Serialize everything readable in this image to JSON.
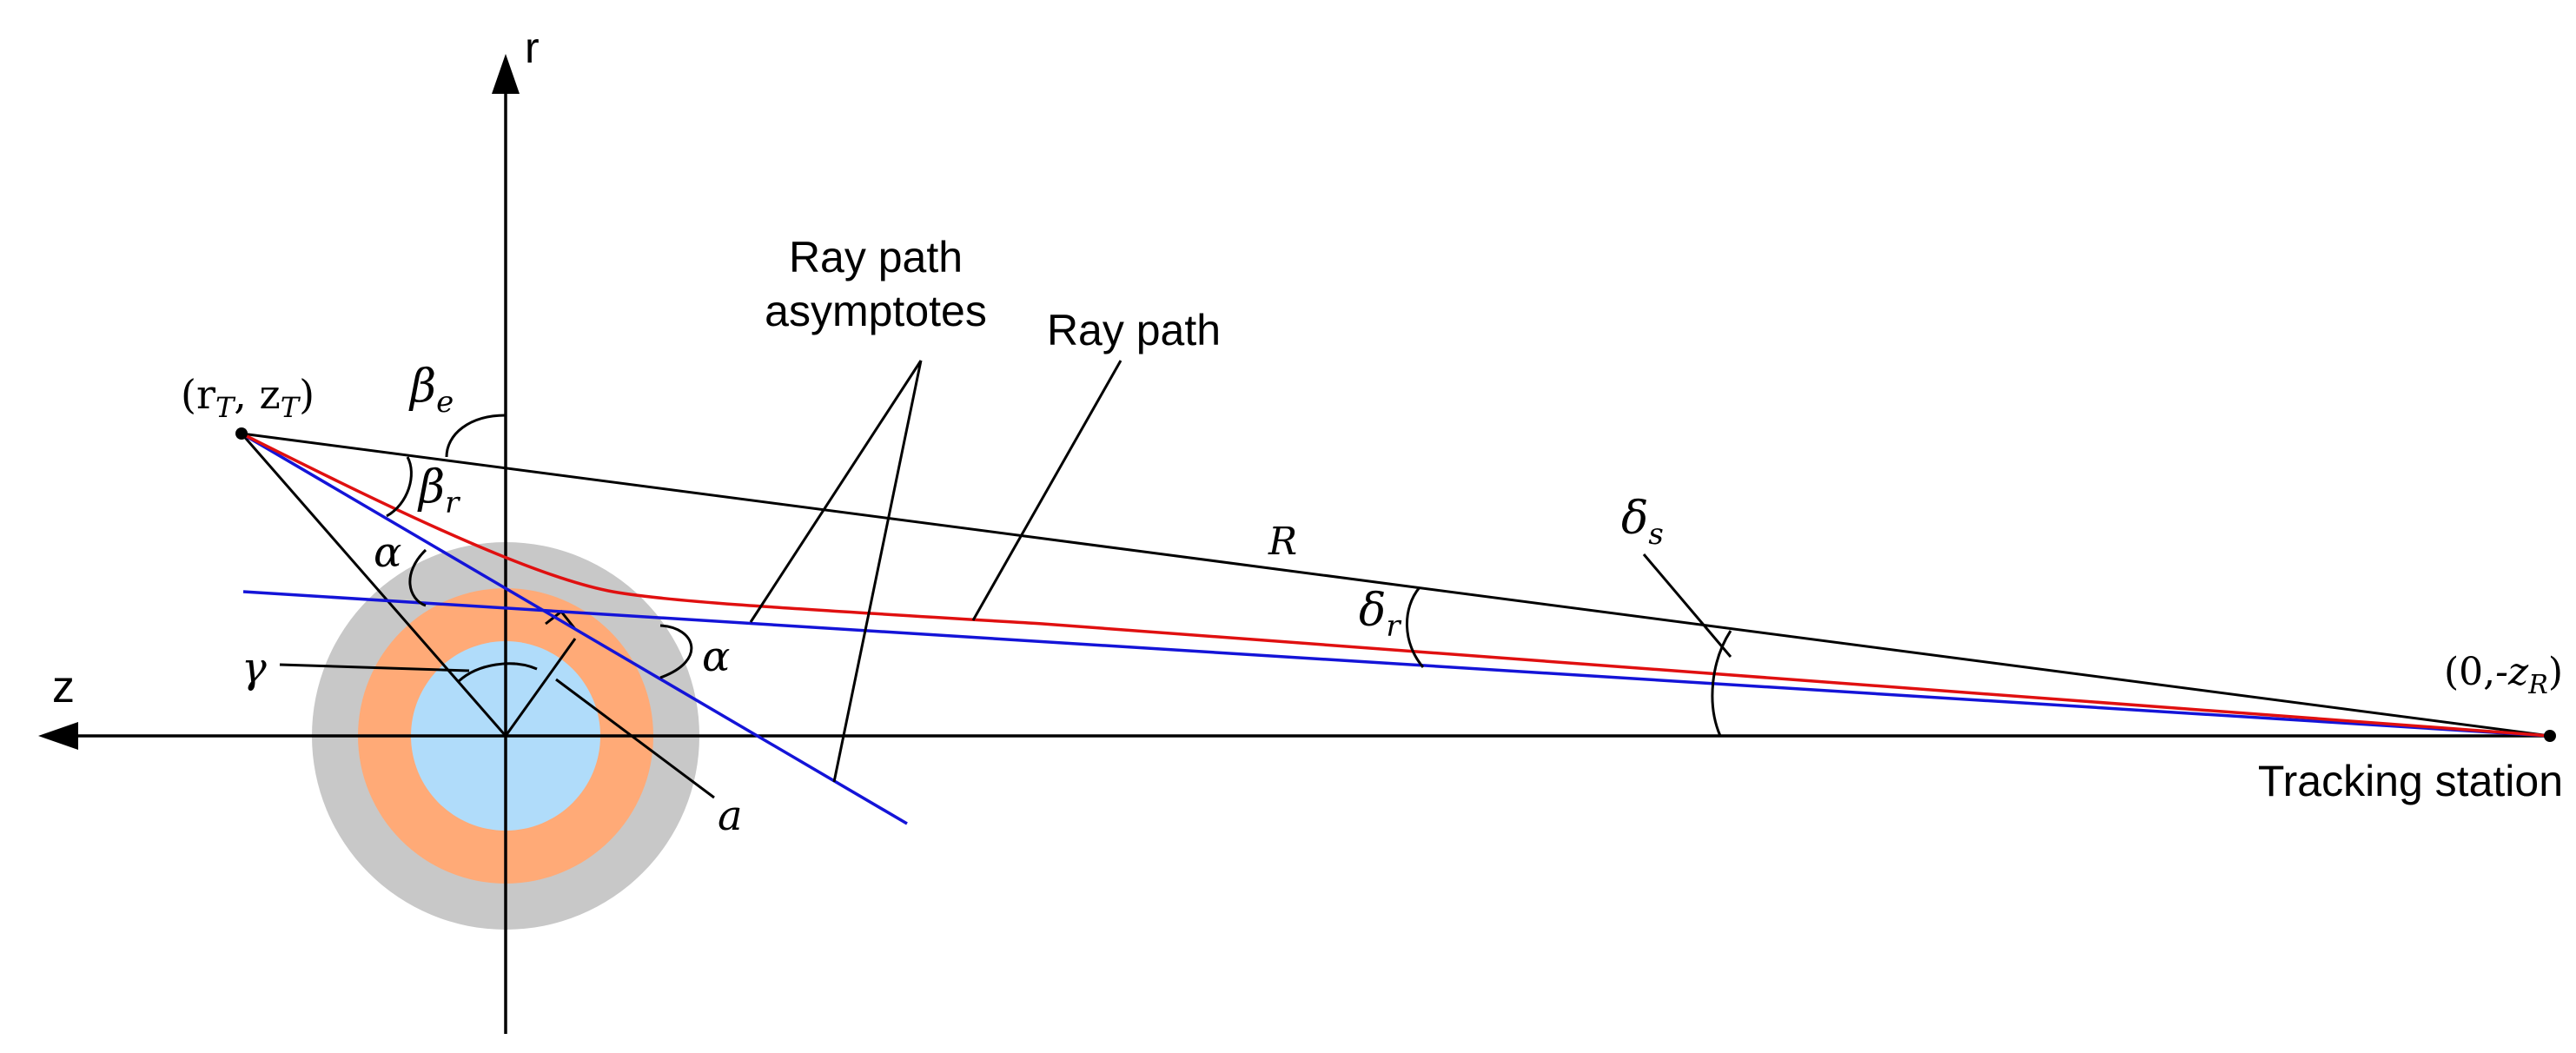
{
  "axes": {
    "r_label": "r",
    "z_label": "z"
  },
  "points": {
    "target_label": "(r",
    "target_sub_r": "T",
    "target_mid": ", z",
    "target_sub_z": "T",
    "target_close": ")",
    "station_coord_open": "(0,",
    "station_coord_z": "-z",
    "station_coord_sub": "R",
    "station_coord_close": ")",
    "station_label": "Tracking station"
  },
  "labels": {
    "ray_path_asymptotes_line1": "Ray path",
    "ray_path_asymptotes_line2": "asymptotes",
    "ray_path": "Ray path",
    "R": "R",
    "a": "a",
    "alpha_upper": "α",
    "alpha_lower": "α",
    "gamma": "γ",
    "beta": "β",
    "beta_e_sub": "e",
    "beta_r_sub": "r",
    "delta": "δ",
    "delta_r_sub": "r",
    "delta_s_sub": "s"
  },
  "colors": {
    "axis": "#000000",
    "ray_path": "#e01010",
    "asymptote": "#1414d8",
    "outer_layer": "#c8c8c8",
    "middle_layer": "#ffaa77",
    "inner_core": "#b0dcfa"
  }
}
